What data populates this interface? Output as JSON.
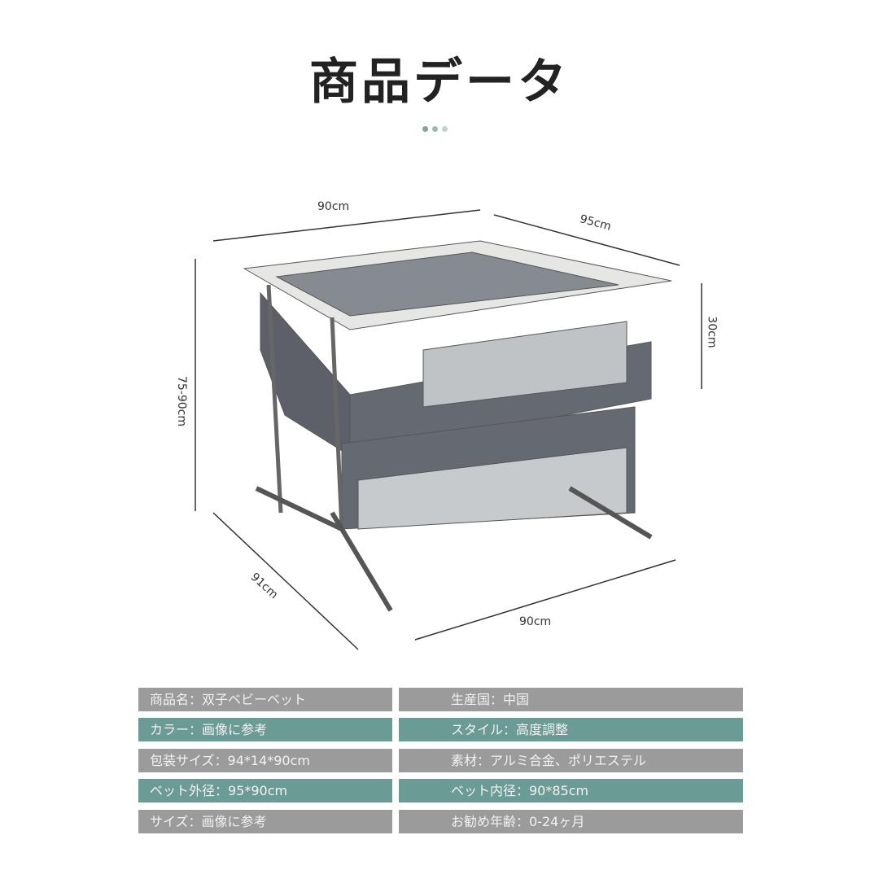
{
  "title": "商品データ",
  "colors": {
    "dot1": "#7fa59c",
    "dot2": "#9bb8b1",
    "dot3": "#c4d0cd",
    "gray_row": "#9b9b9b",
    "teal_row": "#6b9b95"
  },
  "dimensions": {
    "top_width": "90cm",
    "top_depth": "95cm",
    "side_height": "30cm",
    "total_height": "75-90cm",
    "bottom_depth": "91cm",
    "bottom_width": "90cm"
  },
  "specs": [
    {
      "left": "商品名：双子ベビーベット",
      "right": "生産国：中国",
      "style": "gray"
    },
    {
      "left": "カラー：画像に参考",
      "right": "スタイル：高度調整",
      "style": "teal"
    },
    {
      "left": "包装サイズ：94*14*90cm",
      "right": "素材：アルミ合金、ポリエステル",
      "style": "gray"
    },
    {
      "left": "ベット外径：95*90cm",
      "right": "ベット内径：90*85cm",
      "style": "teal"
    },
    {
      "left": "サイズ：画像に参考",
      "right": "お勧め年齢：0-24ヶ月",
      "style": "gray"
    }
  ]
}
